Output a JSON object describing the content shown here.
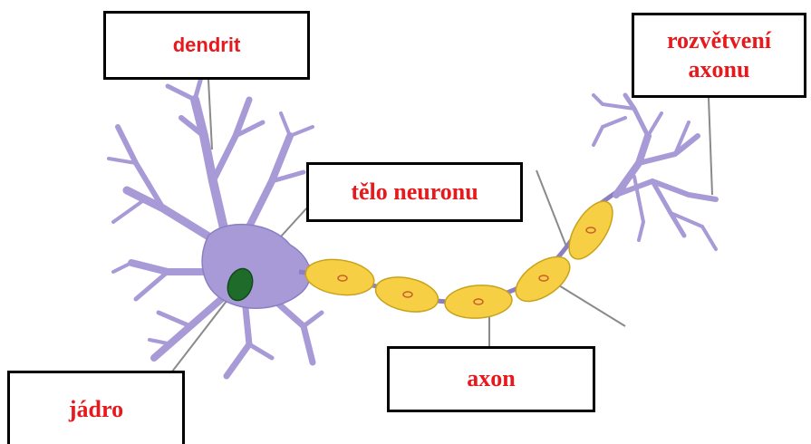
{
  "labels": {
    "dendrit": "dendrit",
    "telo": "tělo neuronu",
    "rozvetveni": "rozvětvení axonu",
    "axon": "axon",
    "jadro": "jádro"
  },
  "colors": {
    "cell_body": "#a89ad6",
    "cell_outline": "#8b7fc4",
    "nucleus": "#1f6b2a",
    "myelin": "#f6cf45",
    "myelin_outline": "#c9a21c",
    "label_text": "#e8191c",
    "pointer": "#888888"
  }
}
